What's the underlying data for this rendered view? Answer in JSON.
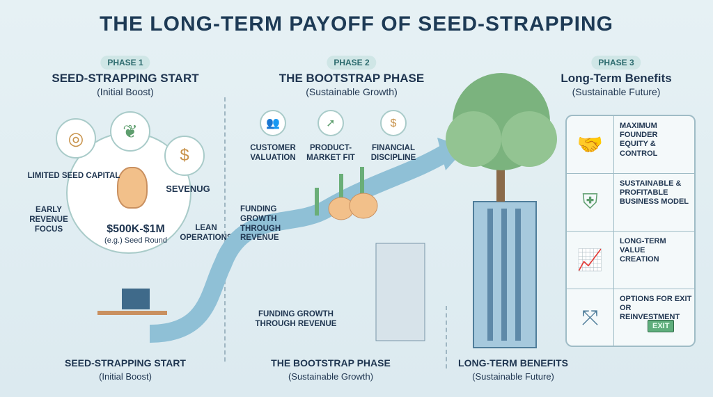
{
  "title": "THE LONG-TERM PAYOFF OF SEED-STRAPPING",
  "phases": [
    {
      "badge": "PHASE 1",
      "heading": "SEED-STRAPPING START",
      "subtitle": "(Initial Boost)"
    },
    {
      "badge": "PHASE 2",
      "heading": "THE BOOTSTRAP PHASE",
      "subtitle": "(Sustainable Growth)"
    },
    {
      "badge": "PHASE 3",
      "heading": "Long-Term Benefits",
      "subtitle": "(Sustainable Future)"
    }
  ],
  "phase1": {
    "limited": "LIMITED SEED CAPITAL",
    "sevenug": "SEVENUG",
    "early": "EARLY REVENUE FOCUS",
    "lean": "LEAN OPERATIONS",
    "amount": "$500K-$1M",
    "round": "(e.g.) Seed Round"
  },
  "phase2": {
    "customer": "CUSTOMER VALUATION",
    "pmf": "PRODUCT-MARKET FIT",
    "financial": "FINANCIAL DISCIPLINE",
    "funding1": "FUNDING GROWTH THROUGH REVENUE",
    "funding2": "FUNDING GROWTH THROUGH REVENUE"
  },
  "benefits": [
    {
      "text": "MAXIMUM FOUNDER EQUITY & CONTROL",
      "icon": "handshake-icon"
    },
    {
      "text": "SUSTAINABLE & PROFITABLE BUSINESS MODEL",
      "icon": "shield-icon"
    },
    {
      "text": "LONG-TERM VALUE CREATION",
      "icon": "growth-chart-icon"
    },
    {
      "text": "OPTIONS FOR EXIT OR REINVESTMENT",
      "icon": "split-arrow-icon"
    }
  ],
  "exit_sign": "EXIT",
  "footer": [
    {
      "heading": "SEED-STRAPPING START",
      "subtitle": "(Initial Boost)"
    },
    {
      "heading": "THE BOOTSTRAP PHASE",
      "subtitle": "(Sustainable Growth)"
    },
    {
      "heading": "LONG-TERM BENEFITS",
      "subtitle": "(Sustainable Future)"
    }
  ]
}
